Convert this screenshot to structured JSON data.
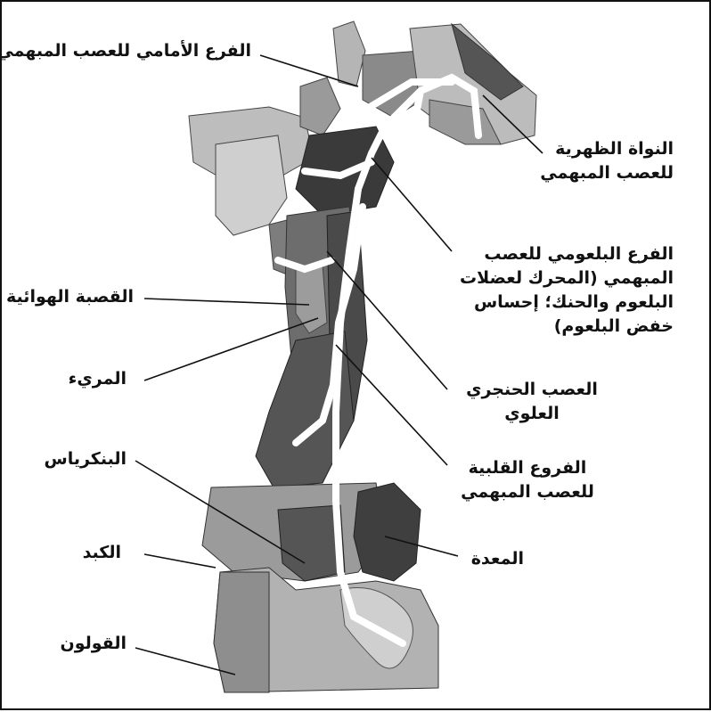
{
  "labels": {
    "anterior_branch": "الفرع الأمامي للعصب المبهمي",
    "dorsal_nucleus": [
      "النواة الظهرية",
      "للعصب المبهمي"
    ],
    "pharyngeal_branch": [
      "الفرع البلعومي للعصب",
      "المبهمي (المحرك لعضلات",
      "البلعوم والحنك؛ إحساس",
      "خفض البلعوم)"
    ],
    "trachea": "القصبة الهوائية",
    "esophagus": "المريء",
    "superior_laryngeal": [
      "العصب الحنجري",
      "العلوي"
    ],
    "pancreas": "البنكرياس",
    "cardiac_branches": [
      "الفروع القلبية",
      "للعصب المبهمي"
    ],
    "liver": "الكبد",
    "stomach": "المعدة",
    "colon": "القولون"
  },
  "colors": {
    "tissue_light": "#bdbdbd",
    "tissue_mid": "#8f8f8f",
    "tissue_dark": "#3a3a3a",
    "nerve": "#ffffff",
    "line": "#111111"
  }
}
